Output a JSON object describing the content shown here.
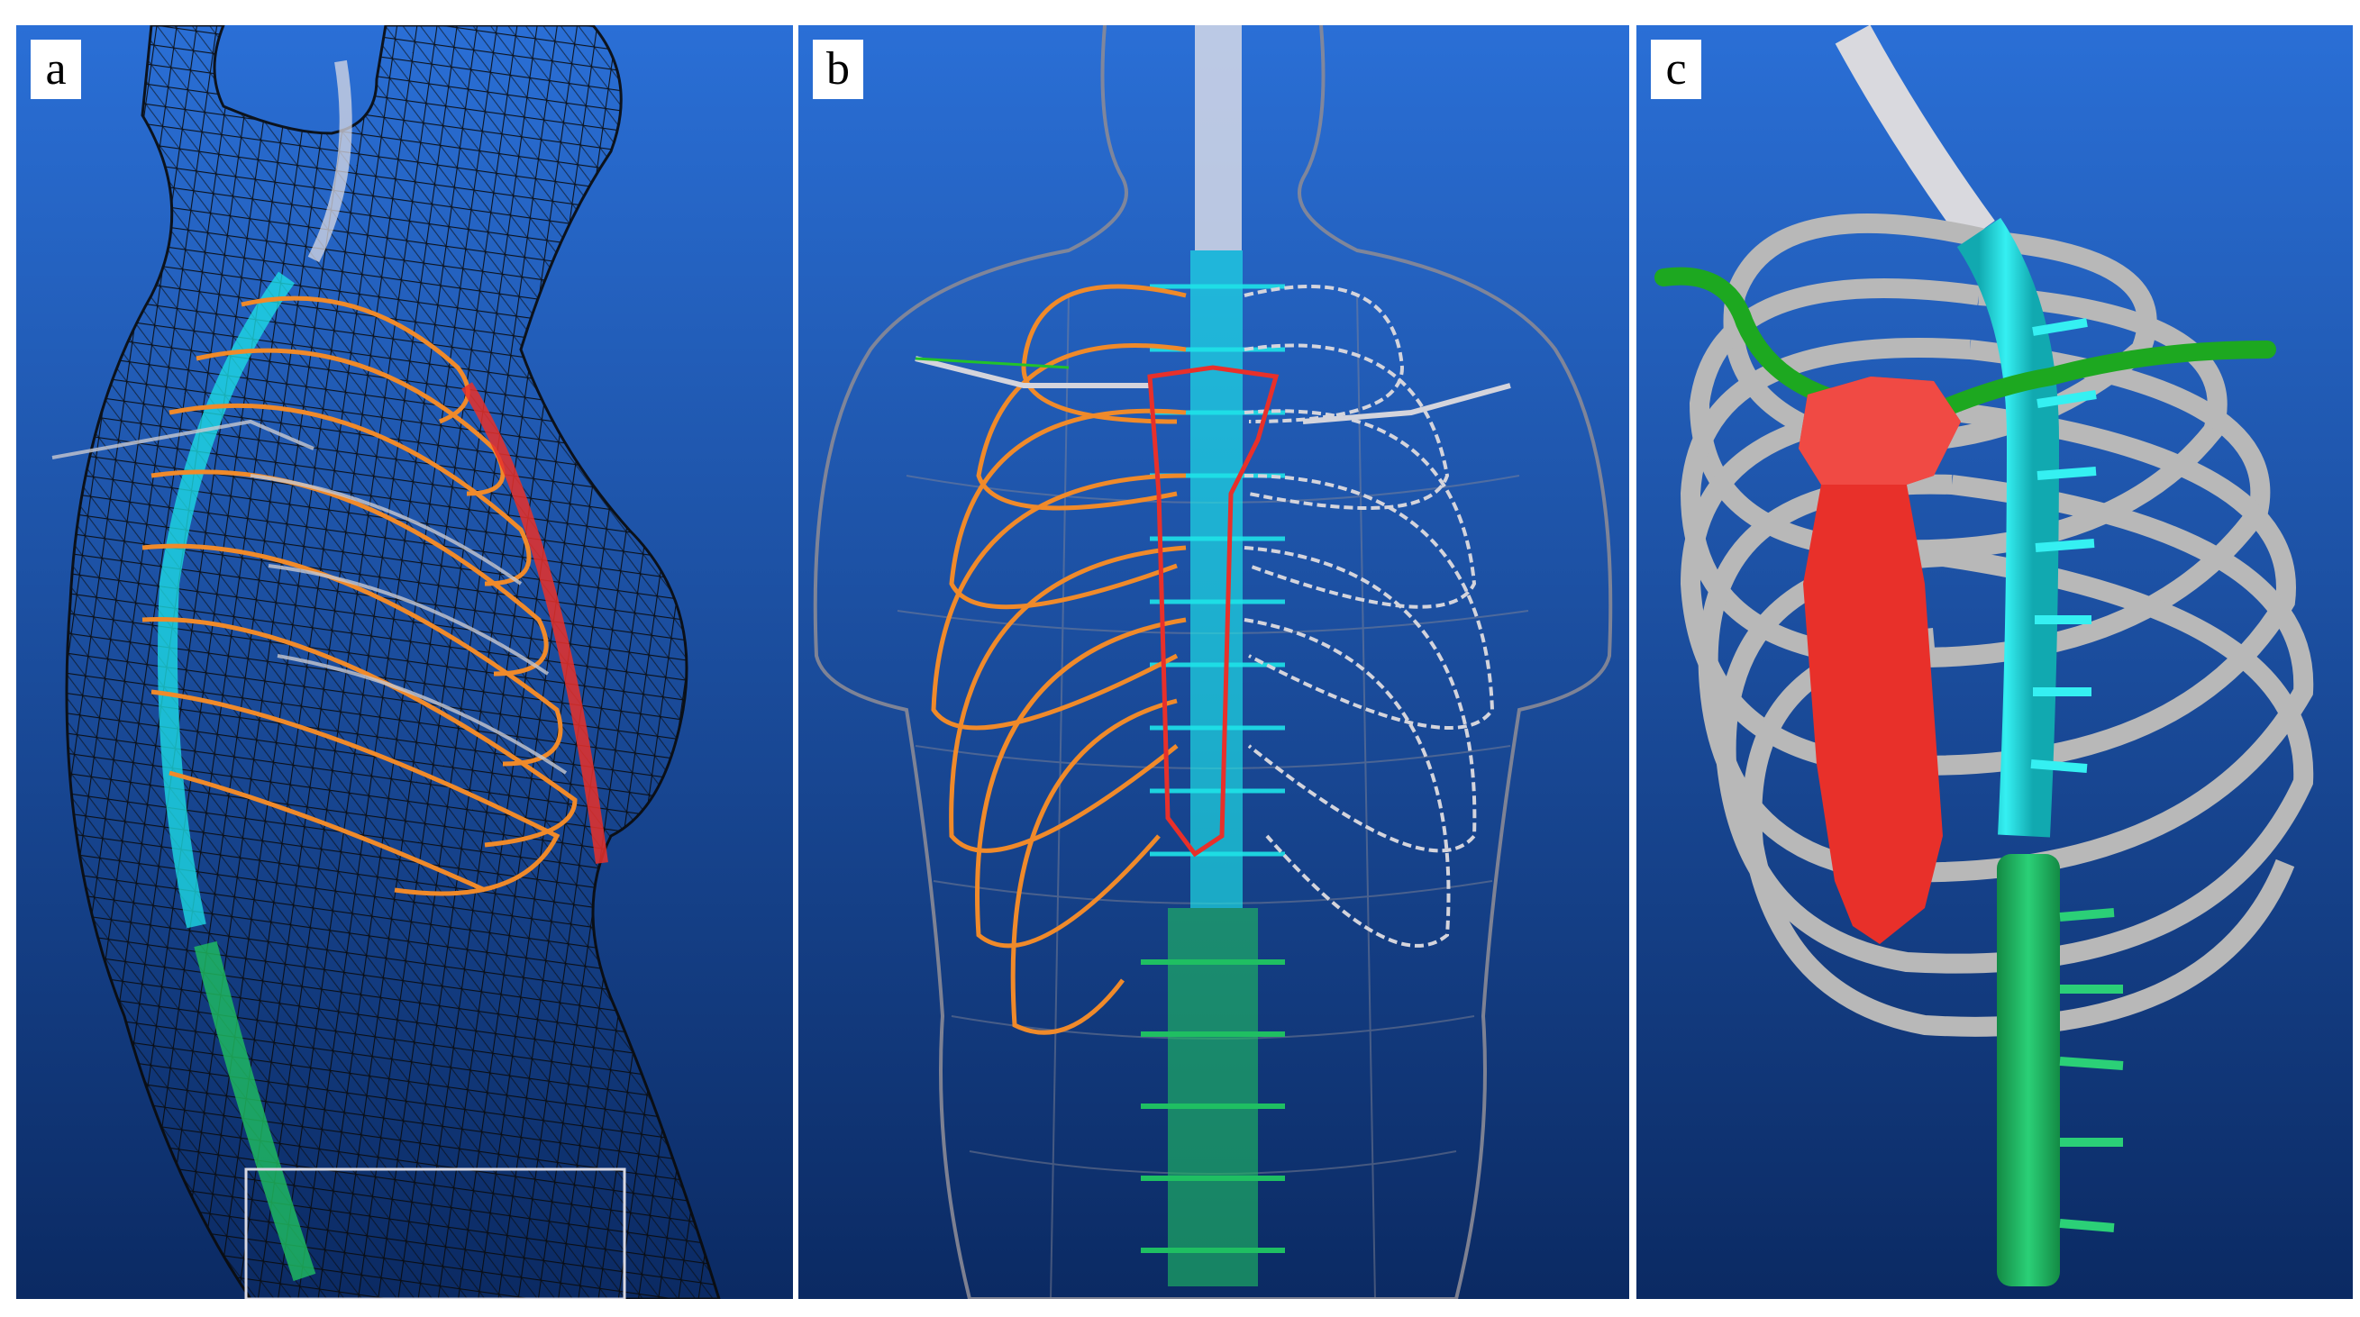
{
  "panels": [
    {
      "id": "a",
      "label": "a"
    },
    {
      "id": "b",
      "label": "b"
    },
    {
      "id": "c",
      "label": "c"
    }
  ],
  "colors": {
    "background_top": "#2a6fd6",
    "background_bottom": "#0b2a63",
    "wireframe_dark": "#0a0a0a",
    "wireframe_light": "#c8c8d0",
    "ribs_orange": "#f08a2a",
    "spine_cyan": "#1ee3e8",
    "spine_green": "#1fbf62",
    "sternum_red": "#e8302a",
    "clavicle_green": "#22c22a",
    "bone_gray": "#b8b8b8"
  }
}
